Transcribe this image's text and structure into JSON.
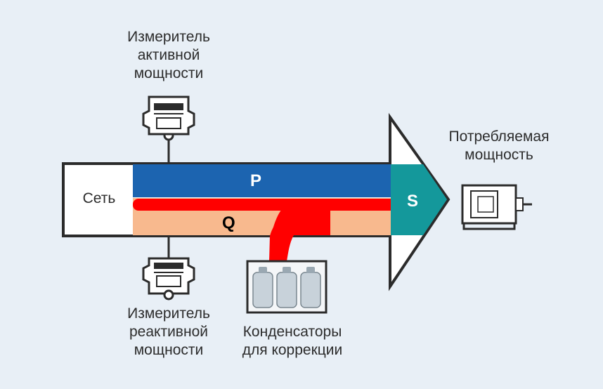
{
  "labels": {
    "active_meter": [
      "Измеритель",
      "активной",
      "мощности"
    ],
    "reactive_meter": [
      "Измеритель",
      "реактивной",
      "мощности"
    ],
    "consumed": [
      "Потребляемая",
      "мощность"
    ],
    "capacitors": [
      "Конденсаторы",
      "для коррекции"
    ],
    "grid": "Сеть",
    "p": "P",
    "q": "Q",
    "s": "S"
  },
  "colors": {
    "active_power": "#1c64b0",
    "reactive_power": "#ff0000",
    "reactive_band": "#f8b98e",
    "apparent_power": "#14989b",
    "background": "#e8eff6",
    "outline": "#2b2b2b"
  },
  "icons": [
    "meter-icon",
    "capacitor-bank-icon",
    "motor-icon"
  ]
}
